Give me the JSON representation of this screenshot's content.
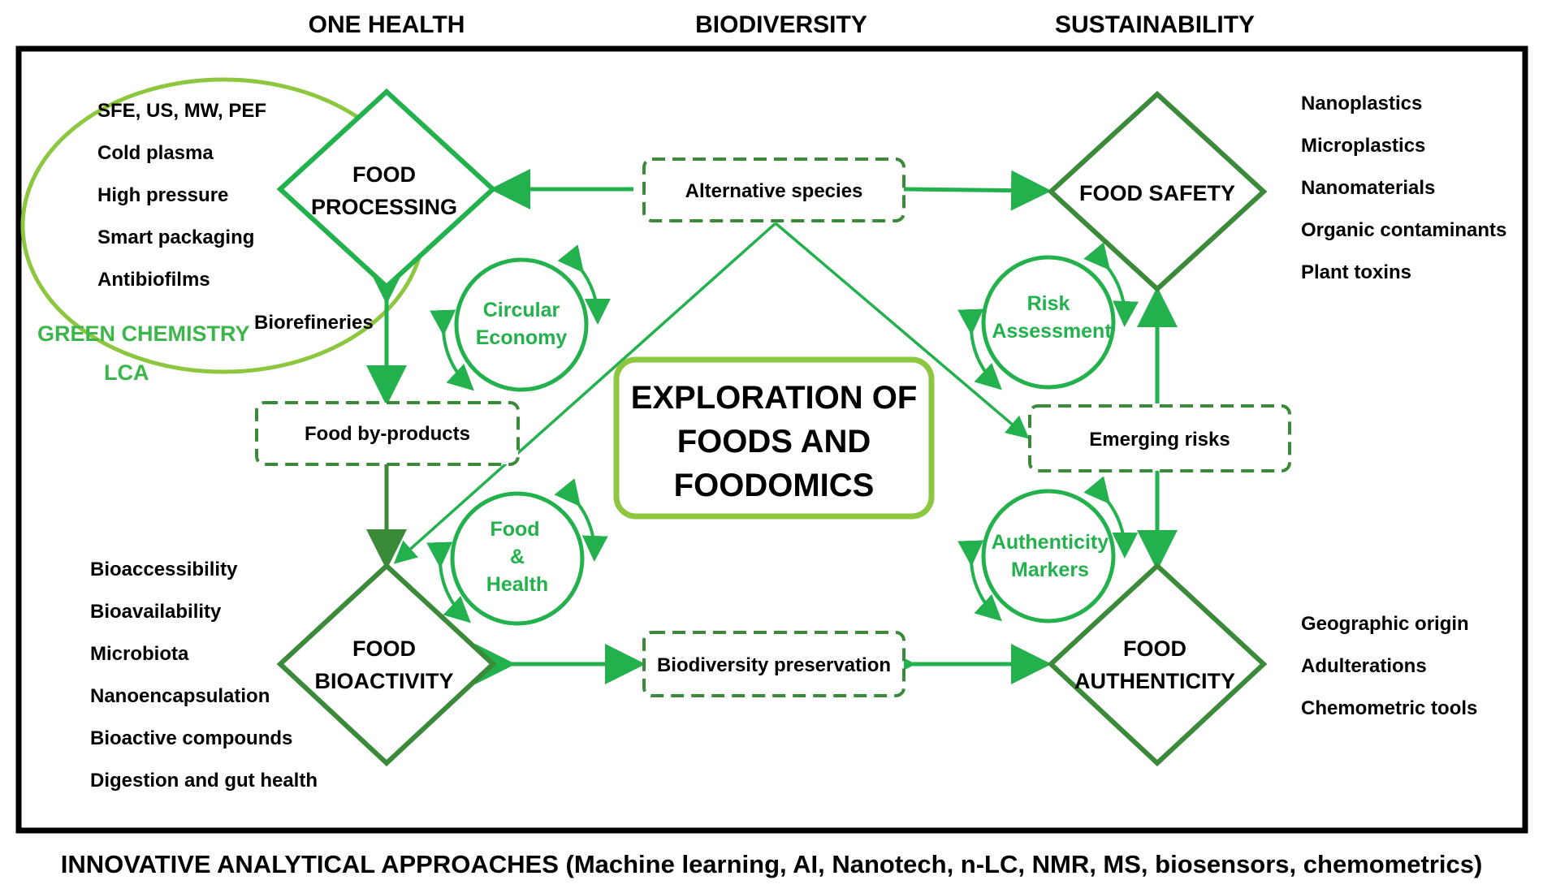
{
  "headers": {
    "one_health": "ONE HEALTH",
    "biodiversity": "BIODIVERSITY",
    "sustainability": "SUSTAINABILITY"
  },
  "footer": "INNOVATIVE ANALYTICAL APPROACHES (Machine learning, AI, Nanotech, n-LC, NMR, MS, biosensors, chemometrics)",
  "center": {
    "lines": [
      "EXPLORATION OF",
      "FOODS AND",
      "FOODOMICS"
    ]
  },
  "nodes": {
    "food_processing": [
      "FOOD",
      "PROCESSING"
    ],
    "food_safety": [
      "FOOD SAFETY"
    ],
    "food_bioactivity": [
      "FOOD",
      "BIOACTIVITY"
    ],
    "food_authenticity": [
      "FOOD",
      "AUTHENTICITY"
    ]
  },
  "boxes": {
    "alternative_species": "Alternative species",
    "food_byproducts": "Food by-products",
    "emerging_risks": "Emerging risks",
    "biodiversity_preservation": "Biodiversity preservation"
  },
  "cycles": {
    "circular_economy": [
      "Circular",
      "Economy"
    ],
    "risk_assessment": [
      "Risk",
      "Assessment"
    ],
    "food_health": [
      "Food",
      "&",
      "Health"
    ],
    "authenticity_markers": [
      "Authenticity",
      "Markers"
    ]
  },
  "lists": {
    "processing": [
      "SFE, US, MW, PEF",
      "Cold plasma",
      "High pressure",
      "Smart packaging",
      "Antibiofilms"
    ],
    "biorefineries": "Biorefineries",
    "safety": [
      "Nanoplastics",
      "Microplastics",
      "Nanomaterials",
      "Organic contaminants",
      "Plant toxins"
    ],
    "bioactivity": [
      "Bioaccessibility",
      "Bioavailability",
      "Microbiota",
      "Nanoencapsulation",
      "Bioactive compounds",
      "Digestion and gut health"
    ],
    "authenticity": [
      "Geographic origin",
      "Adulterations",
      "Chemometric tools"
    ]
  },
  "green_labels": {
    "green_chemistry": "GREEN CHEMISTRY",
    "lca": "LCA"
  },
  "colors": {
    "green_primary": "#22b14c",
    "green_dark": "#3a8a3a",
    "green_light": "#8dc63f",
    "frame": "#000000"
  }
}
